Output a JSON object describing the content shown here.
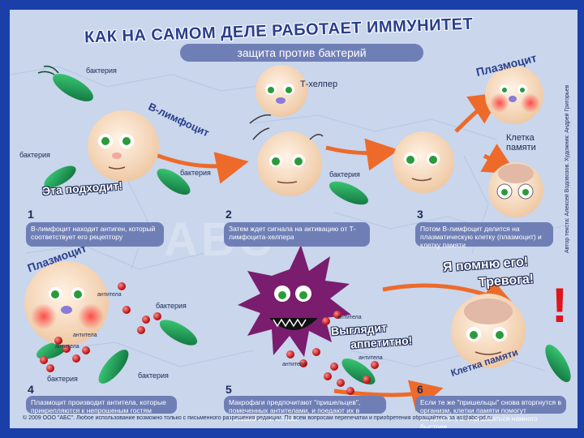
{
  "title": "КАК НА САМОМ ДЕЛЕ РАБОТАЕТ ИММУНИТЕТ",
  "subtitle": "защита против бактерий",
  "labels": {
    "bacteria_1": "бактерия",
    "bacteria_2": "бактерия",
    "bacteria_3": "бактерия",
    "bacteria_4": "бактерия",
    "bacteria_5": "бактерия",
    "bacteria_6": "бактерия",
    "bacteria_7": "бактерия",
    "b_lymphocyte": "В-лимфоцит",
    "t_helper": "Т-хелпер",
    "plasmocyte_top": "Плазмоцит",
    "plasmocyte_left": "Плазмоцит",
    "memory_cell_top": "Клетка памяти",
    "memory_cell_bottom": "Клетка памяти",
    "antibody_1": "антитела",
    "antibody_2": "антитела",
    "antibody_3": "антитела",
    "antibody_4": "антитела",
    "antibody_5": "антитела",
    "antibody_6": "антитела"
  },
  "callouts": {
    "fits": "Эта подходит!",
    "remember": "Я помню его!",
    "alarm": "Тревога!",
    "appetizing_1": "Выглядит",
    "appetizing_2": "аппетитно!"
  },
  "steps": [
    {
      "num": "1",
      "text": "В-лимфоцит находит антиген, который соответствует его рецептору"
    },
    {
      "num": "2",
      "text": "Затем ждет сигнала на активацию от Т-лимфоцита-хелпера"
    },
    {
      "num": "3",
      "text": "Потом В-лимфоцит делится на плазматическую клетку (плазмоцит) и клетку памяти"
    },
    {
      "num": "4",
      "text": "Плазмоцит производит антитела, которые прикрепляются к непрошеным гостям"
    },
    {
      "num": "5",
      "text": "Макрофаги предпочитают \"пришельцев\", помеченных антителами, и поедают их в больших количествах"
    },
    {
      "num": "6",
      "text": "Если те же \"пришельцы\" снова вторгнутся в организм, клетки памяти помогут иммунитету активизоваться намного быстрее"
    }
  ],
  "watermark": "ABC",
  "exclaim": "!",
  "footer": "© 2009 ООО \"АБС\". Любое использование возможно только с письменного разрешения редакции. По всем вопросам перепечатки и приобретения обращайтесь за as@abc-pd.ru",
  "credit": "Автор текста: Алексей Водовозов. Художник: Андрей Григорьев",
  "colors": {
    "frame": "#1a3fa8",
    "background": "#c9d6ec",
    "cell_skin": "#f6dcc2",
    "bacteria": "#1e9b55",
    "antibody": "#d21f1f",
    "macrophage": "#7a1d6e",
    "arrow": "#ee6a2a",
    "step_box": "#6f7fb6"
  }
}
